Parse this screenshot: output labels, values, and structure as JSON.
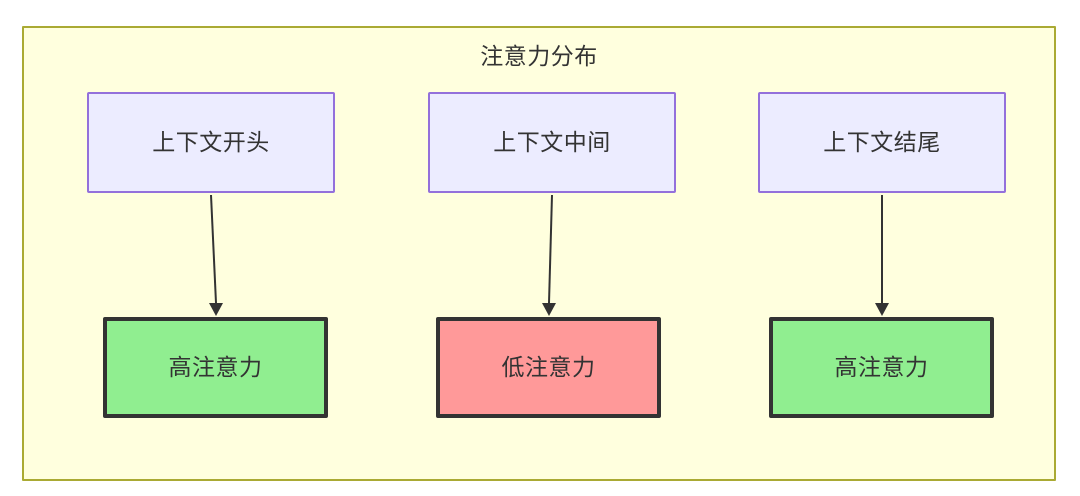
{
  "diagram": {
    "type": "flowchart",
    "title": "注意力分布",
    "container": {
      "label": "注意力分布",
      "fill_color": "#ffffde",
      "border_color": "#aaaa33"
    },
    "colors": {
      "context_fill": "#ececff",
      "context_border": "#9370db",
      "high_attention_fill": "#90ee90",
      "low_attention_fill": "#ff9999",
      "node_border": "#333333",
      "edge_color": "#333333",
      "text_color": "#333333"
    },
    "context_nodes": [
      {
        "id": "ctx-start",
        "label": "上下文开头"
      },
      {
        "id": "ctx-mid",
        "label": "上下文中间"
      },
      {
        "id": "ctx-end",
        "label": "上下文结尾"
      }
    ],
    "attention_nodes": [
      {
        "id": "attn-start",
        "label": "高注意力",
        "level": "high"
      },
      {
        "id": "attn-mid",
        "label": "低注意力",
        "level": "low"
      },
      {
        "id": "attn-end",
        "label": "高注意力",
        "level": "high"
      }
    ],
    "edges": [
      {
        "from": "ctx-start",
        "to": "attn-start"
      },
      {
        "from": "ctx-mid",
        "to": "attn-mid"
      },
      {
        "from": "ctx-end",
        "to": "attn-end"
      }
    ]
  }
}
